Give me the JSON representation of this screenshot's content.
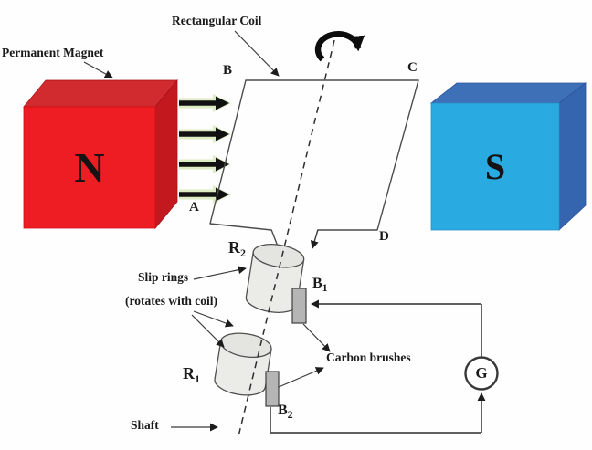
{
  "title": "AC generator (slip ring) diagram",
  "labels": {
    "permanent_magnet": "Permanent Magnet",
    "rectangular_coil": "Rectangular Coil",
    "slip_rings": "Slip rings",
    "rotates_with_coil": "(rotates with coil)",
    "carbon_brushes": "Carbon brushes",
    "shaft": "Shaft",
    "corner_a": "A",
    "corner_b": "B",
    "corner_c": "C",
    "corner_d": "D",
    "pole_n": "N",
    "pole_s": "S",
    "galvanometer": "G",
    "ring_r2": {
      "main": "R",
      "sub": "2"
    },
    "ring_r1": {
      "main": "R",
      "sub": "1"
    },
    "brush_b1": {
      "main": "B",
      "sub": "1"
    },
    "brush_b2": {
      "main": "B",
      "sub": "2"
    }
  },
  "colors": {
    "magnet_n_front": "#ee1c23",
    "magnet_n_top": "#d22b2f",
    "magnet_n_side": "#c2181e",
    "magnet_s_front": "#29abe2",
    "magnet_s_top": "#3e70b8",
    "magnet_s_side": "#3465ae",
    "cylinder_body": "#ebebe7",
    "cylinder_top": "#e4e4e0",
    "brush_fill": "#b5b5b5",
    "wire": "#4a4a4a",
    "arrow_black": "#141414",
    "field_arrow_halo": "#dcecc3"
  }
}
